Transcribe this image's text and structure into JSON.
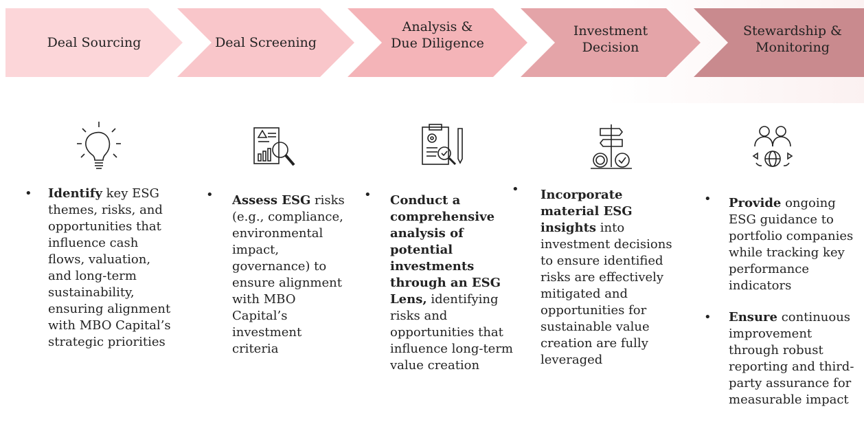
{
  "steps": [
    {
      "label": "Deal Sourcing",
      "color": "#fcd6d9"
    },
    {
      "label": "Deal Screening",
      "color": "#f9c6ca"
    },
    {
      "label": "Analysis &\nDue Diligence",
      "color": "#f4b4b8"
    },
    {
      "label": "Investment\nDecision",
      "color": "#e4a4a8"
    },
    {
      "label": "Stewardship &\nMonitoring",
      "color": "#c98a8e"
    }
  ],
  "icons": [
    "lightbulb-icon",
    "report-magnifier-icon",
    "clipboard-gear-icon",
    "signpost-coins-icon",
    "people-globe-icon"
  ],
  "columns": [
    {
      "bullets": [
        {
          "bold": "Identify",
          "text": " key ESG themes, risks, and opportunities that influence cash flows, valuation, and long-term sustainability, ensuring alignment with MBO Capital’s strategic priorities"
        }
      ]
    },
    {
      "bullets": [
        {
          "bold": "Assess ESG",
          "text": " risks (e.g., compliance, environmental impact, governance) to ensure alignment with MBO Capital’s investment criteria"
        }
      ]
    },
    {
      "bullets": [
        {
          "bold": "Conduct a comprehensive analysis of potential investments through an ESG Lens,",
          "text": " identifying risks and opportunities that influence long-term value creation"
        }
      ]
    },
    {
      "bullets": [
        {
          "bold": "Incorporate material ESG insights",
          "text": " into investment decisions to ensure identified risks are effectively mitigated and opportunities for sustainable value creation are fully leveraged"
        }
      ]
    },
    {
      "bullets": [
        {
          "bold": "Provide",
          "text": " ongoing ESG guidance to portfolio companies while tracking key performance indicators"
        },
        {
          "bold": "Ensure",
          "text": "  continuous improvement through robust reporting and third-party assurance for measurable impact"
        }
      ]
    }
  ],
  "bullet_char": "•"
}
